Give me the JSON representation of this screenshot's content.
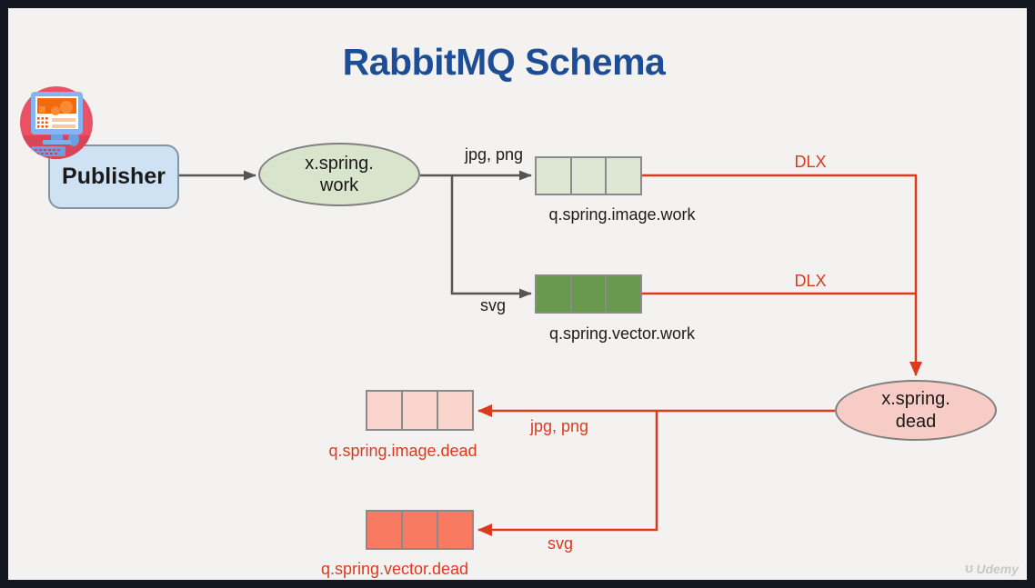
{
  "title": "RabbitMQ Schema",
  "publisher": {
    "label": "Publisher",
    "icon": "computer-monitor-icon"
  },
  "exchanges": {
    "work": {
      "line1": "x.spring.",
      "line2": "work",
      "fill": "#d8e4cb"
    },
    "dead": {
      "line1": "x.spring.",
      "line2": "dead",
      "fill": "#f8ccc6"
    }
  },
  "queues": {
    "image_work": {
      "label": "q.spring.image.work",
      "fill": "#dde8d4",
      "segments": 3
    },
    "vector_work": {
      "label": "q.spring.vector.work",
      "fill": "#68994e",
      "segments": 3
    },
    "image_dead": {
      "label": "q.spring.image.dead",
      "fill": "#f9d5ce",
      "segments": 3
    },
    "vector_dead": {
      "label": "q.spring.vector.dead",
      "fill": "#f87a60",
      "segments": 3
    }
  },
  "edge_labels": {
    "work_image": "jpg, png",
    "work_vector": "svg",
    "dlx_image": "DLX",
    "dlx_vector": "DLX",
    "dead_image": "jpg, png",
    "dead_vector": "svg"
  },
  "watermark": {
    "brand": "Udemy"
  },
  "colors": {
    "title_blue": "#1d4e95",
    "background": "#f3f2f1",
    "frame_border": "#14171f",
    "gray_arrow": "#555555",
    "red_arrow": "#dc3a1c",
    "publisher_fill": "#cfe2f3",
    "node_border": "#808080"
  }
}
